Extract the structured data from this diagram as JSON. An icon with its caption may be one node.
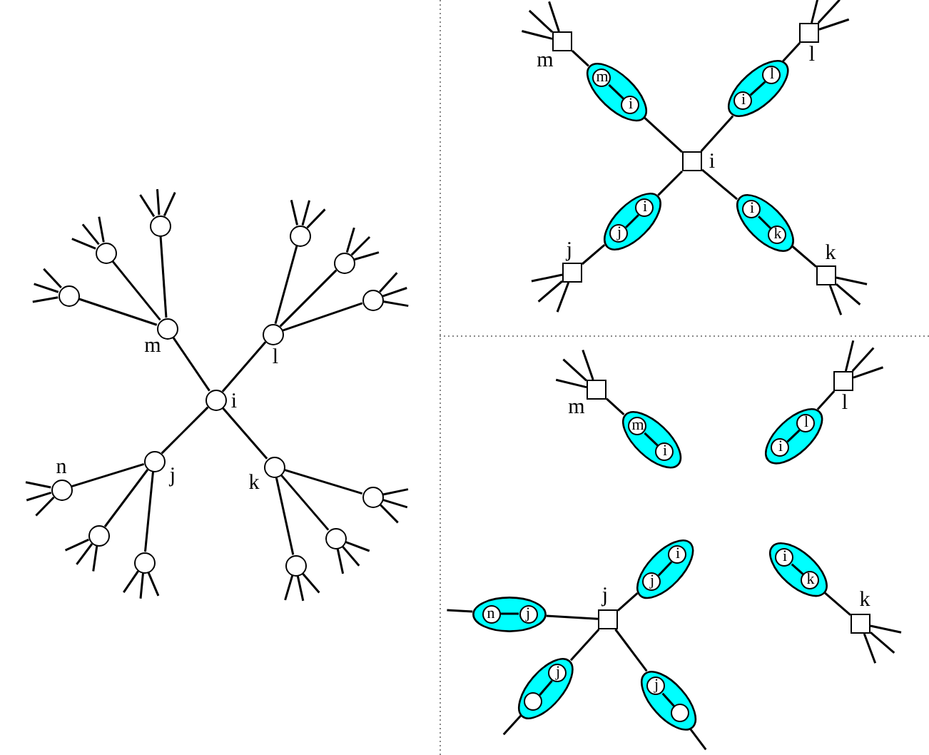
{
  "diagram": {
    "nodes": [
      {
        "text": [],
        "shape": "circle",
        "beside": [
          "i"
        ]
      },
      {
        "text": [],
        "shape": "circle",
        "beside": [
          "m"
        ]
      },
      {
        "text": [],
        "shape": "circle",
        "beside": [
          "l"
        ]
      },
      {
        "text": [],
        "shape": "circle",
        "beside": [
          "j"
        ]
      },
      {
        "text": [],
        "shape": "circle",
        "beside": [
          "k"
        ]
      },
      {
        "text": [],
        "shape": "circle"
      },
      {
        "text": [],
        "shape": "circle"
      },
      {
        "text": [],
        "shape": "circle"
      },
      {
        "text": [],
        "shape": "circle"
      },
      {
        "text": [],
        "shape": "circle"
      },
      {
        "text": [],
        "shape": "circle"
      },
      {
        "text": [],
        "shape": "circle",
        "beside": [
          "n"
        ]
      },
      {
        "text": [],
        "shape": "circle"
      },
      {
        "text": [],
        "shape": "circle"
      },
      {
        "text": [],
        "shape": "circle"
      },
      {
        "text": [],
        "shape": "circle"
      },
      {
        "text": [],
        "shape": "circle"
      },
      {
        "text": [],
        "shape": "box",
        "beside": [
          "i"
        ]
      },
      {
        "text": [],
        "shape": "box",
        "beside": [
          "m"
        ]
      },
      {
        "text": [],
        "shape": "ellipse"
      },
      {
        "text": [
          "m"
        ],
        "in": 19
      },
      {
        "text": [
          "i"
        ],
        "in": 19
      },
      {
        "text": [],
        "shape": "box",
        "beside": [
          "l"
        ]
      },
      {
        "text": [],
        "shape": "ellipse"
      },
      {
        "text": [
          "l"
        ],
        "in": 23
      },
      {
        "text": [
          "i"
        ],
        "in": 23
      },
      {
        "text": [],
        "shape": "ellipse"
      },
      {
        "text": [
          "i"
        ],
        "in": 26
      },
      {
        "text": [
          "j"
        ],
        "in": 26
      },
      {
        "text": [],
        "shape": "ellipse"
      },
      {
        "text": [
          "i"
        ],
        "in": 29
      },
      {
        "text": [
          "k"
        ],
        "in": 29
      },
      {
        "text": [],
        "shape": "box",
        "beside": [
          "j"
        ]
      },
      {
        "text": [],
        "shape": "box",
        "beside": [
          "k"
        ]
      },
      {
        "text": [],
        "shape": "box",
        "beside": [
          "m"
        ]
      },
      {
        "text": [],
        "shape": "ellipse"
      },
      {
        "text": [
          "m"
        ],
        "in": 35
      },
      {
        "text": [
          "i"
        ],
        "in": 35
      },
      {
        "text": [],
        "shape": "box",
        "beside": [
          "l"
        ]
      },
      {
        "text": [],
        "shape": "ellipse"
      },
      {
        "text": [
          "l"
        ],
        "in": 39
      },
      {
        "text": [
          "i"
        ],
        "in": 39
      },
      {
        "text": [],
        "shape": "ellipse"
      },
      {
        "text": [
          "i"
        ],
        "in": 42
      },
      {
        "text": [
          "j"
        ],
        "in": 42
      },
      {
        "text": [],
        "shape": "ellipse"
      },
      {
        "text": [
          "i"
        ],
        "in": 45
      },
      {
        "text": [
          "k"
        ],
        "in": 45
      },
      {
        "text": [],
        "shape": "box",
        "beside": [
          "j"
        ]
      },
      {
        "text": [],
        "shape": "box",
        "beside": [
          "k"
        ]
      },
      {
        "text": [],
        "shape": "ellipse"
      },
      {
        "text": [
          "n"
        ],
        "in": 50
      },
      {
        "text": [
          "j"
        ],
        "in": 50
      },
      {
        "text": [],
        "shape": "ellipse"
      },
      {
        "text": [
          "j"
        ],
        "in": 53
      },
      {
        "text": [],
        "shape": "circle",
        "in": 53
      },
      {
        "text": [],
        "shape": "ellipse"
      },
      {
        "text": [
          "j"
        ],
        "in": 56
      },
      {
        "text": [],
        "shape": "circle",
        "in": 56
      }
    ],
    "edges": [
      {
        "from": 0,
        "to": 1,
        "arrow": "none"
      },
      {
        "from": 0,
        "to": 2,
        "arrow": "none"
      },
      {
        "from": 0,
        "to": 3,
        "arrow": "none"
      },
      {
        "from": 0,
        "to": 4,
        "arrow": "none"
      },
      {
        "from": 1,
        "to": 5,
        "arrow": "none"
      },
      {
        "from": 1,
        "to": 6,
        "arrow": "none"
      },
      {
        "from": 1,
        "to": 7,
        "arrow": "none"
      },
      {
        "from": 2,
        "to": 8,
        "arrow": "none"
      },
      {
        "from": 2,
        "to": 9,
        "arrow": "none"
      },
      {
        "from": 2,
        "to": 10,
        "arrow": "none"
      },
      {
        "from": 3,
        "to": 11,
        "arrow": "none"
      },
      {
        "from": 3,
        "to": 12,
        "arrow": "none"
      },
      {
        "from": 3,
        "to": 13,
        "arrow": "none"
      },
      {
        "from": 4,
        "to": 14,
        "arrow": "none"
      },
      {
        "from": 4,
        "to": 15,
        "arrow": "none"
      },
      {
        "from": 4,
        "to": 16,
        "arrow": "none"
      },
      {
        "from": 5,
        "to": null,
        "arrow": "none"
      },
      {
        "from": 5,
        "to": null,
        "arrow": "none"
      },
      {
        "from": 5,
        "to": null,
        "arrow": "none"
      },
      {
        "from": 6,
        "to": null,
        "arrow": "none"
      },
      {
        "from": 6,
        "to": null,
        "arrow": "none"
      },
      {
        "from": 6,
        "to": null,
        "arrow": "none"
      },
      {
        "from": 7,
        "to": null,
        "arrow": "none"
      },
      {
        "from": 7,
        "to": null,
        "arrow": "none"
      },
      {
        "from": 7,
        "to": null,
        "arrow": "none"
      },
      {
        "from": 8,
        "to": null,
        "arrow": "none"
      },
      {
        "from": 8,
        "to": null,
        "arrow": "none"
      },
      {
        "from": 8,
        "to": null,
        "arrow": "none"
      },
      {
        "from": 9,
        "to": null,
        "arrow": "none"
      },
      {
        "from": 9,
        "to": null,
        "arrow": "none"
      },
      {
        "from": 9,
        "to": null,
        "arrow": "none"
      },
      {
        "from": 10,
        "to": null,
        "arrow": "none"
      },
      {
        "from": 10,
        "to": null,
        "arrow": "none"
      },
      {
        "from": 10,
        "to": null,
        "arrow": "none"
      },
      {
        "from": 11,
        "to": null,
        "arrow": "none"
      },
      {
        "from": 11,
        "to": null,
        "arrow": "none"
      },
      {
        "from": 11,
        "to": null,
        "arrow": "none"
      },
      {
        "from": 12,
        "to": null,
        "arrow": "none"
      },
      {
        "from": 12,
        "to": null,
        "arrow": "none"
      },
      {
        "from": 12,
        "to": null,
        "arrow": "none"
      },
      {
        "from": 13,
        "to": null,
        "arrow": "none"
      },
      {
        "from": 13,
        "to": null,
        "arrow": "none"
      },
      {
        "from": 13,
        "to": null,
        "arrow": "none"
      },
      {
        "from": 14,
        "to": null,
        "arrow": "none"
      },
      {
        "from": 14,
        "to": null,
        "arrow": "none"
      },
      {
        "from": 14,
        "to": null,
        "arrow": "none"
      },
      {
        "from": 15,
        "to": null,
        "arrow": "none"
      },
      {
        "from": 15,
        "to": null,
        "arrow": "none"
      },
      {
        "from": 15,
        "to": null,
        "arrow": "none"
      },
      {
        "from": 16,
        "to": null,
        "arrow": "none"
      },
      {
        "from": 16,
        "to": null,
        "arrow": "none"
      },
      {
        "from": 16,
        "to": null,
        "arrow": "none"
      },
      {
        "from": 18,
        "to": 19,
        "arrow": "none"
      },
      {
        "from": 19,
        "to": 17,
        "arrow": "none"
      },
      {
        "from": 20,
        "to": 21,
        "arrow": "none"
      },
      {
        "from": 22,
        "to": 23,
        "arrow": "none"
      },
      {
        "from": 23,
        "to": 17,
        "arrow": "none"
      },
      {
        "from": 24,
        "to": 25,
        "arrow": "none"
      },
      {
        "from": 26,
        "to": 17,
        "arrow": "none"
      },
      {
        "from": 27,
        "to": 28,
        "arrow": "none"
      },
      {
        "from": 32,
        "to": 26,
        "arrow": "none"
      },
      {
        "from": 29,
        "to": 17,
        "arrow": "none"
      },
      {
        "from": 30,
        "to": 31,
        "arrow": "none"
      },
      {
        "from": 33,
        "to": 29,
        "arrow": "none"
      },
      {
        "from": 18,
        "to": null,
        "arrow": "none"
      },
      {
        "from": 18,
        "to": null,
        "arrow": "none"
      },
      {
        "from": 18,
        "to": null,
        "arrow": "none"
      },
      {
        "from": 22,
        "to": null,
        "arrow": "none"
      },
      {
        "from": 22,
        "to": null,
        "arrow": "none"
      },
      {
        "from": 22,
        "to": null,
        "arrow": "none"
      },
      {
        "from": 32,
        "to": null,
        "arrow": "none"
      },
      {
        "from": 32,
        "to": null,
        "arrow": "none"
      },
      {
        "from": 32,
        "to": null,
        "arrow": "none"
      },
      {
        "from": 33,
        "to": null,
        "arrow": "none"
      },
      {
        "from": 33,
        "to": null,
        "arrow": "none"
      },
      {
        "from": 33,
        "to": null,
        "arrow": "none"
      },
      {
        "from": 34,
        "to": 35,
        "arrow": "none"
      },
      {
        "from": 36,
        "to": 37,
        "arrow": "none"
      },
      {
        "from": 38,
        "to": 39,
        "arrow": "none"
      },
      {
        "from": 40,
        "to": 41,
        "arrow": "none"
      },
      {
        "from": 48,
        "to": 42,
        "arrow": "none"
      },
      {
        "from": 43,
        "to": 44,
        "arrow": "none"
      },
      {
        "from": 45,
        "to": 49,
        "arrow": "none"
      },
      {
        "from": 46,
        "to": 47,
        "arrow": "none"
      },
      {
        "from": 48,
        "to": 50,
        "arrow": "none"
      },
      {
        "from": 51,
        "to": 52,
        "arrow": "none"
      },
      {
        "from": 48,
        "to": 53,
        "arrow": "none"
      },
      {
        "from": 54,
        "to": 55,
        "arrow": "none"
      },
      {
        "from": 48,
        "to": 56,
        "arrow": "none"
      },
      {
        "from": 57,
        "to": 58,
        "arrow": "none"
      },
      {
        "from": 34,
        "to": null,
        "arrow": "none"
      },
      {
        "from": 34,
        "to": null,
        "arrow": "none"
      },
      {
        "from": 34,
        "to": null,
        "arrow": "none"
      },
      {
        "from": 38,
        "to": null,
        "arrow": "none"
      },
      {
        "from": 38,
        "to": null,
        "arrow": "none"
      },
      {
        "from": 38,
        "to": null,
        "arrow": "none"
      },
      {
        "from": 49,
        "to": null,
        "arrow": "none"
      },
      {
        "from": 49,
        "to": null,
        "arrow": "none"
      },
      {
        "from": 49,
        "to": null,
        "arrow": "none"
      },
      {
        "from": 50,
        "to": null,
        "arrow": "none"
      },
      {
        "from": 53,
        "to": null,
        "arrow": "none"
      },
      {
        "from": 56,
        "to": null,
        "arrow": "none"
      }
    ]
  }
}
